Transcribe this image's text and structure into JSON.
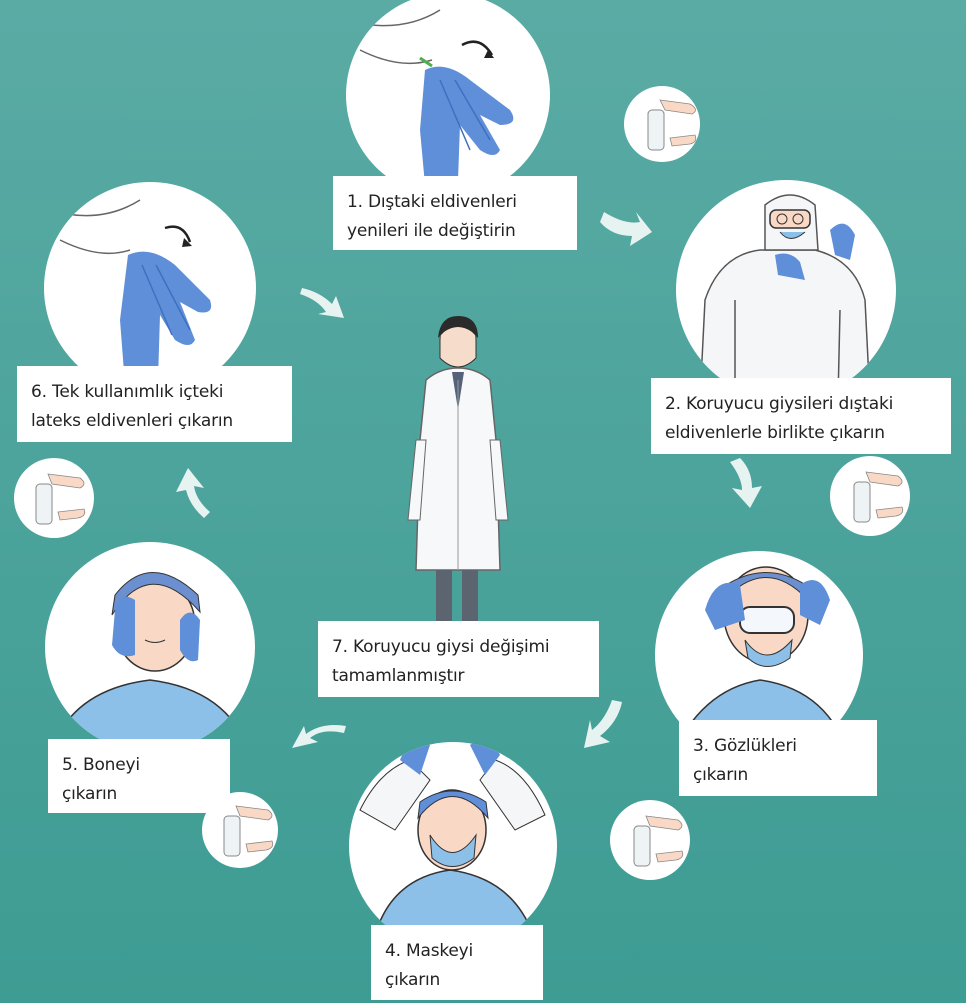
{
  "colors": {
    "background_top": "#5aaba4",
    "background_bottom": "#3d9c93",
    "circle_fill": "#ffffff",
    "glove_blue": "#5f8fd8",
    "gown_blue": "#8cc0e8",
    "arrow_fill": "#e6f3f1"
  },
  "steps": [
    {
      "line1": "1. Dıştaki eldivenleri",
      "line2": "yenileri ile değiştirin"
    },
    {
      "line1": "2. Koruyucu giysileri dıştaki",
      "line2": "eldivenlerle birlikte çıkarın"
    },
    {
      "line1": "3. Gözlükleri",
      "line2": "çıkarın"
    },
    {
      "line1": "4. Maskeyi",
      "line2": "çıkarın"
    },
    {
      "line1": "5. Boneyi",
      "line2": "çıkarın"
    },
    {
      "line1": "6. Tek kullanımlık içteki",
      "line2": "lateks eldivenleri çıkarın"
    },
    {
      "line1": "7. Koruyucu giysi değişimi",
      "line2": "tamamlanmıştır"
    }
  ],
  "illustrations": {
    "step1": "glove-removal-illustration",
    "step2": "gown-removal-illustration",
    "step3": "goggles-removal-illustration",
    "step4": "mask-removal-illustration",
    "step5": "cap-removal-illustration",
    "step6": "inner-glove-removal-illustration",
    "center": "doctor-figure-illustration",
    "hand_hygiene": "hand-sanitizer-icon"
  }
}
